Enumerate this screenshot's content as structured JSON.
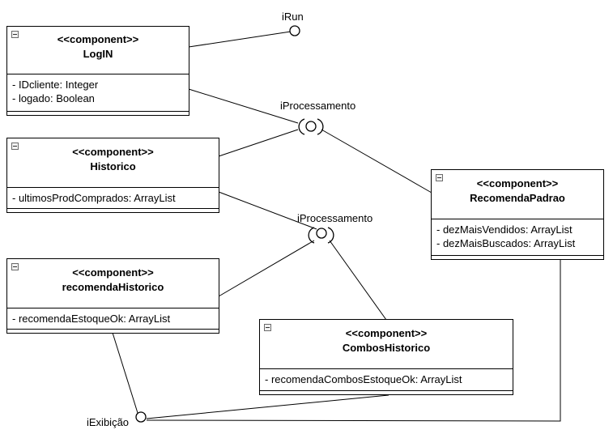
{
  "components": {
    "login": {
      "stereotype": "<<component>>",
      "name": "LogIN",
      "attributes": [
        "- IDcliente: Integer",
        "- logado: Boolean"
      ]
    },
    "historico": {
      "stereotype": "<<component>>",
      "name": "Historico",
      "attributes": [
        "- ultimosProdComprados: ArrayList"
      ]
    },
    "recomendaHistorico": {
      "stereotype": "<<component>>",
      "name": "recomendaHistorico",
      "attributes": [
        "- recomendaEstoqueOk: ArrayList"
      ]
    },
    "recomendaPadrao": {
      "stereotype": "<<component>>",
      "name": "RecomendaPadrao",
      "attributes": [
        "- dezMaisVendidos: ArrayList",
        "- dezMaisBuscados: ArrayList"
      ]
    },
    "combosHistorico": {
      "stereotype": "<<component>>",
      "name": "CombosHistorico",
      "attributes": [
        "- recomendaCombosEstoqueOk: ArrayList"
      ]
    }
  },
  "interfaces": {
    "irun": "iRun",
    "iprocessamento1": "iProcessamento",
    "iprocessamento2": "iProcessamento",
    "iexibicao": "iExibição"
  }
}
